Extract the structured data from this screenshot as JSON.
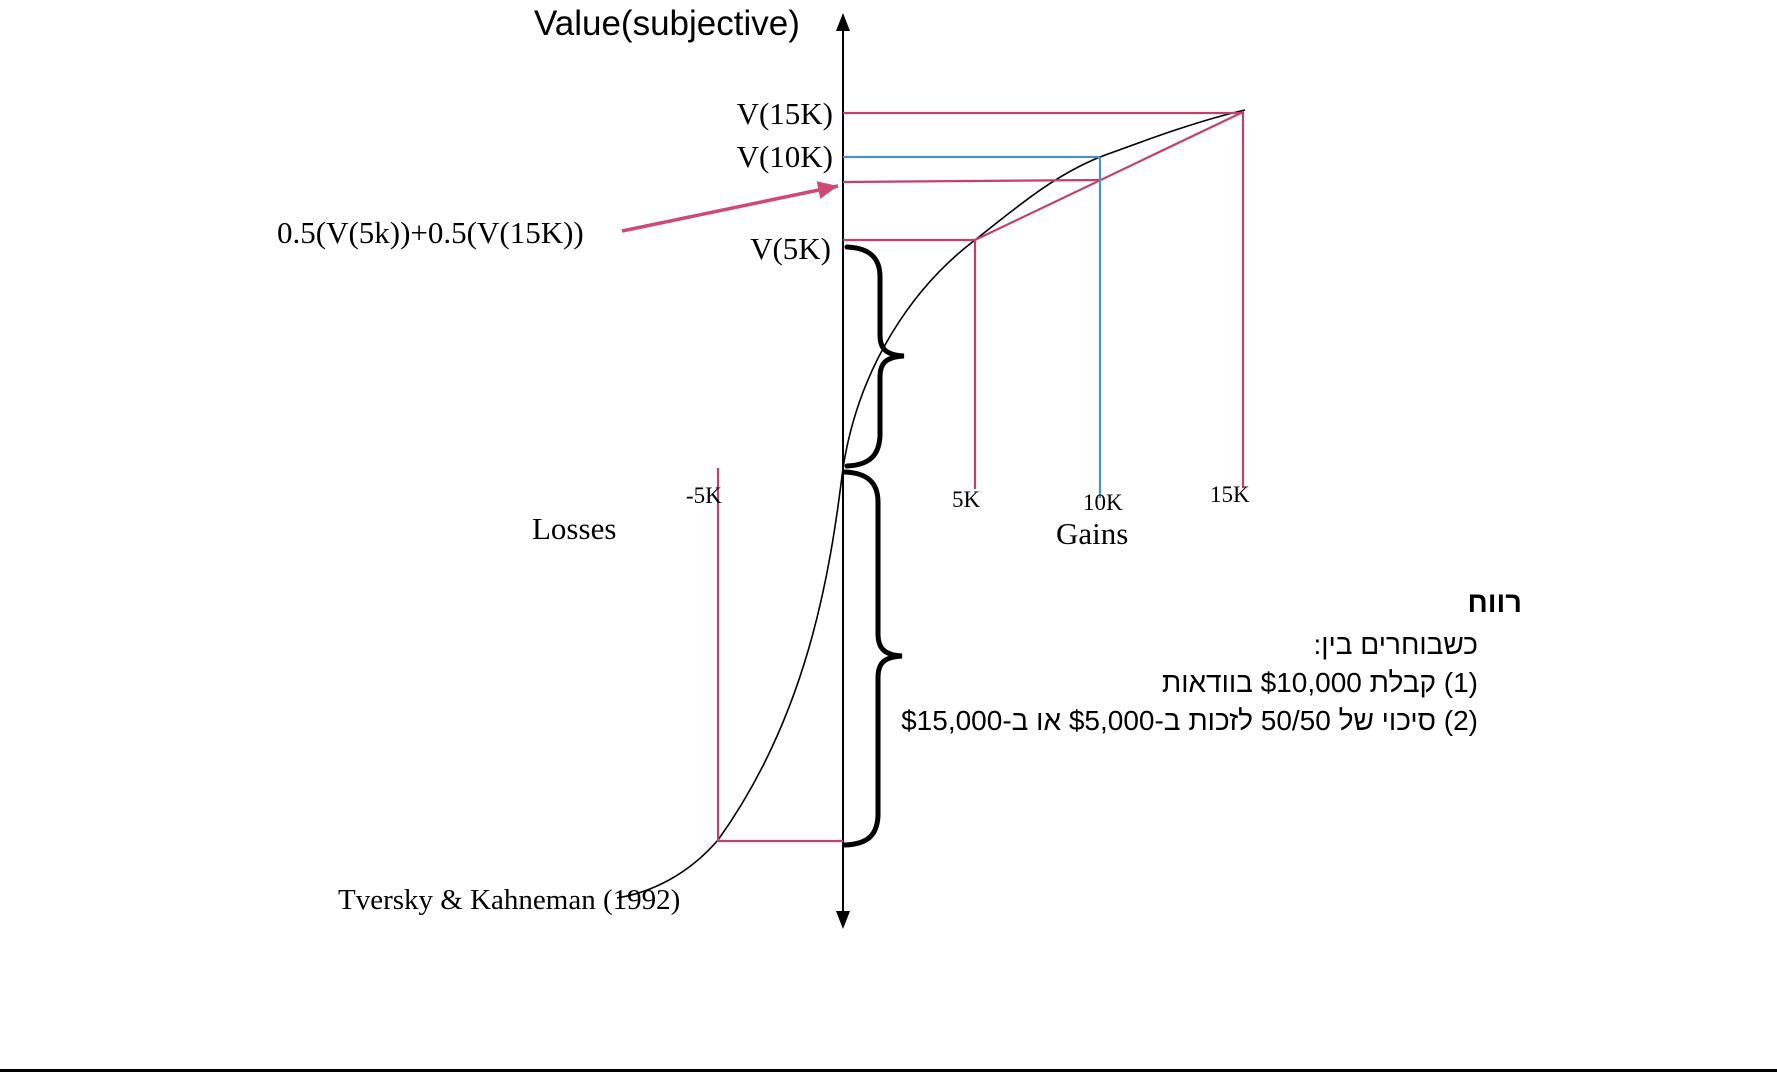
{
  "axis": {
    "y_title": "Value(subjective)",
    "negative_label": "Losses",
    "positive_label": "Gains",
    "ticks": {
      "neg_5k": "-5K",
      "pos_5k": "5K",
      "pos_10k": "10K",
      "pos_15k": "15K"
    }
  },
  "value_labels": {
    "v15k": "V(15K)",
    "v10k": "V(10K)",
    "v5k": "V(5K)",
    "gamble_expected": "0.5(V(5k))+0.5(V(15K))"
  },
  "citation": "Tversky & Kahneman (1992)",
  "hebrew_note": {
    "heading": "רווח",
    "lines": [
      "כשבוחרים בין:",
      "(1) קבלת $10,000 בוודאות",
      "(2) סיכוי של 50/50 לזכות ב-$5,000 או ב-$15,000"
    ]
  },
  "colors": {
    "accent_pink": "#c2406d",
    "accent_blue": "#4f91c6",
    "arrow_red": "#cf4a72",
    "curve_black": "#000000"
  },
  "chart_data": {
    "type": "line",
    "title": "Value(subjective)",
    "x_axis": {
      "negative_region": "Losses",
      "positive_region": "Gains",
      "ticks": [
        "-5K",
        "5K",
        "10K",
        "15K"
      ]
    },
    "curve_description": "S-shaped prospect-theory value function through the origin: concave for gains, convex and steeper for losses",
    "marked_values": [
      {
        "x": "5K",
        "value_label": "V(5K)",
        "line_color": "#c2406d"
      },
      {
        "x": "10K",
        "value_label": "V(10K)",
        "line_color": "#4f91c6"
      },
      {
        "x": "15K",
        "value_label": "V(15K)",
        "line_color": "#c2406d"
      },
      {
        "x": "-5K",
        "value_label": "",
        "line_color": "#c2406d"
      }
    ],
    "annotation": "0.5(V(5k))+0.5(V(15K)) marked on value axis at midpoint of chord between curve points at 5K and 15K, below V(10K)",
    "source": "Tversky & Kahneman (1992)"
  }
}
